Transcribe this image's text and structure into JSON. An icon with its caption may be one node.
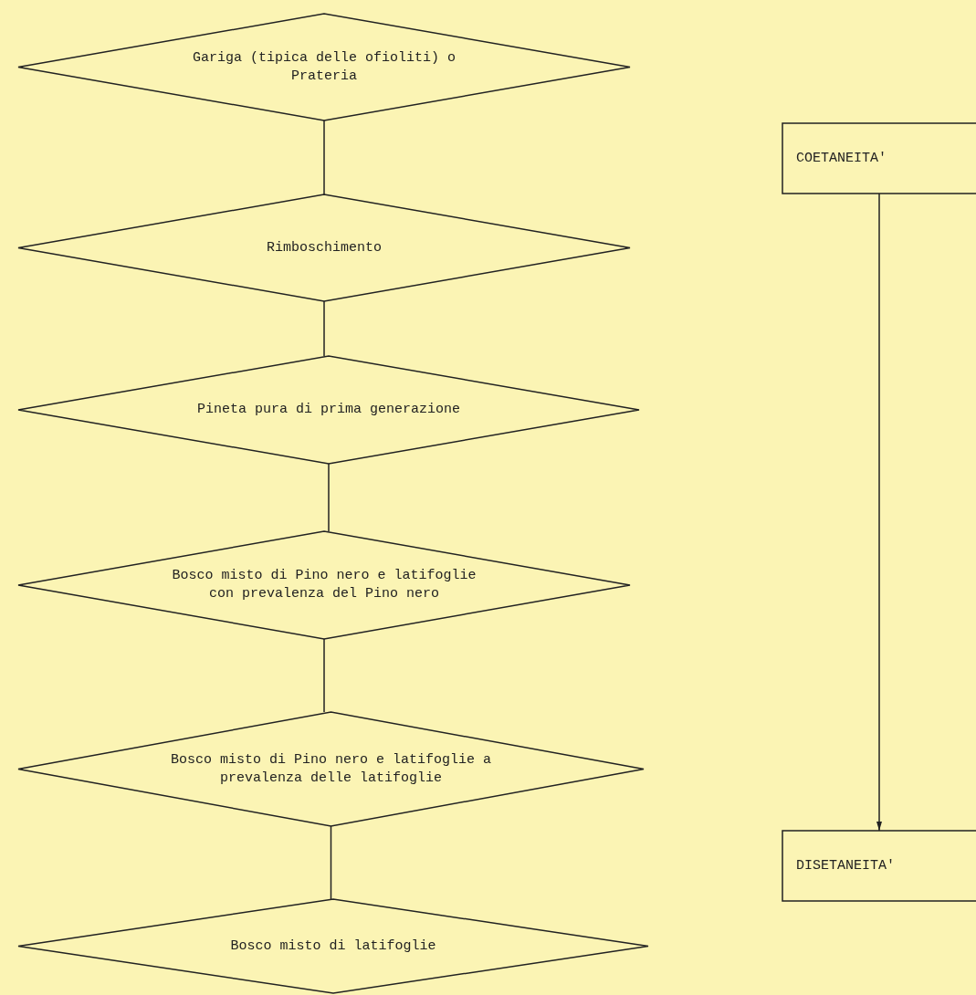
{
  "diagram": {
    "nodes": [
      {
        "text": [
          "Gariga (tipica delle ofioliti) o Prateria"
        ]
      },
      {
        "text": [
          "Rimboschimento"
        ]
      },
      {
        "text": [
          "Pineta pura di prima generazione"
        ]
      },
      {
        "text": [
          "Bosco misto di Pino nero e latifoglie con prevalenza del Pino nero"
        ]
      },
      {
        "text": [
          "Bosco misto di Pino nero e latifoglie a prevalenza delle latifoglie"
        ]
      },
      {
        "text": [
          "Bosco misto di latifoglie"
        ]
      },
      {
        "text": [
          "COETANEITA'"
        ]
      },
      {
        "text": [
          "DISETANEITA'"
        ]
      }
    ],
    "edges": [
      {
        "from": 0,
        "to": 1,
        "arrow": "none"
      },
      {
        "from": 1,
        "to": 2,
        "arrow": "none"
      },
      {
        "from": 2,
        "to": 3,
        "arrow": "none"
      },
      {
        "from": 3,
        "to": 4,
        "arrow": "none"
      },
      {
        "from": 4,
        "to": 5,
        "arrow": "none"
      },
      {
        "from": 6,
        "to": 7,
        "arrow": "to"
      }
    ]
  }
}
